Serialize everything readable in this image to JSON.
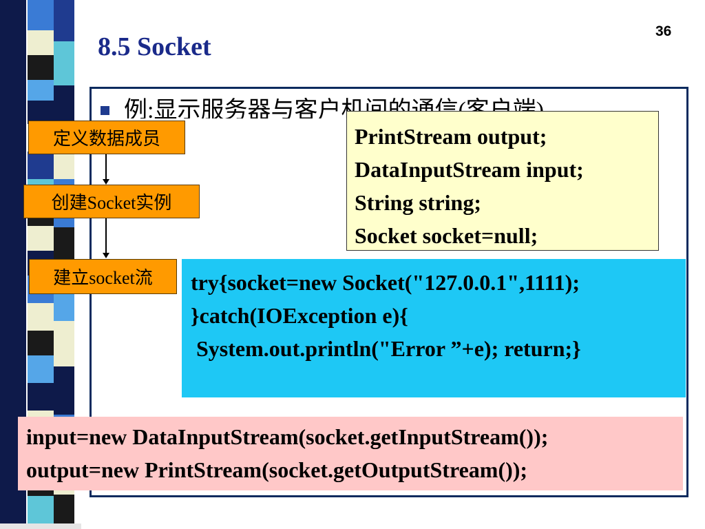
{
  "page_number": "36",
  "title": "8.5 Socket",
  "bullet_text": "例:显示服务器与客户机间的通信(客户端)",
  "steps": [
    "定义数据成员",
    "创建Socket实例",
    "建立socket流"
  ],
  "declarations": [
    "PrintStream output;",
    "DataInputStream input;",
    "String string;",
    "Socket socket=null;"
  ],
  "try_block": [
    "try{socket=new Socket(\"127.0.0.1\",1111);",
    "}catch(IOException e){",
    " System.out.println(\"Error ”+e); return;}"
  ],
  "stream_block": [
    "input=new DataInputStream(socket.getInputStream());",
    "output=new PrintStream(socket.getOutputStream());"
  ],
  "colors": {
    "title": "#1a2a8a",
    "step_box": "#ff9a00",
    "declarations_box": "#ffffcc",
    "try_box": "#1ec8f5",
    "stream_box": "#ffc8c8",
    "frame_border": "#0a2a5e",
    "stripe_palette": [
      "#1f3b8f",
      "#3a7bd5",
      "#55a6e8",
      "#0e1a4a",
      "#eeeed0",
      "#1a1a1a",
      "#5ec6d8"
    ]
  }
}
